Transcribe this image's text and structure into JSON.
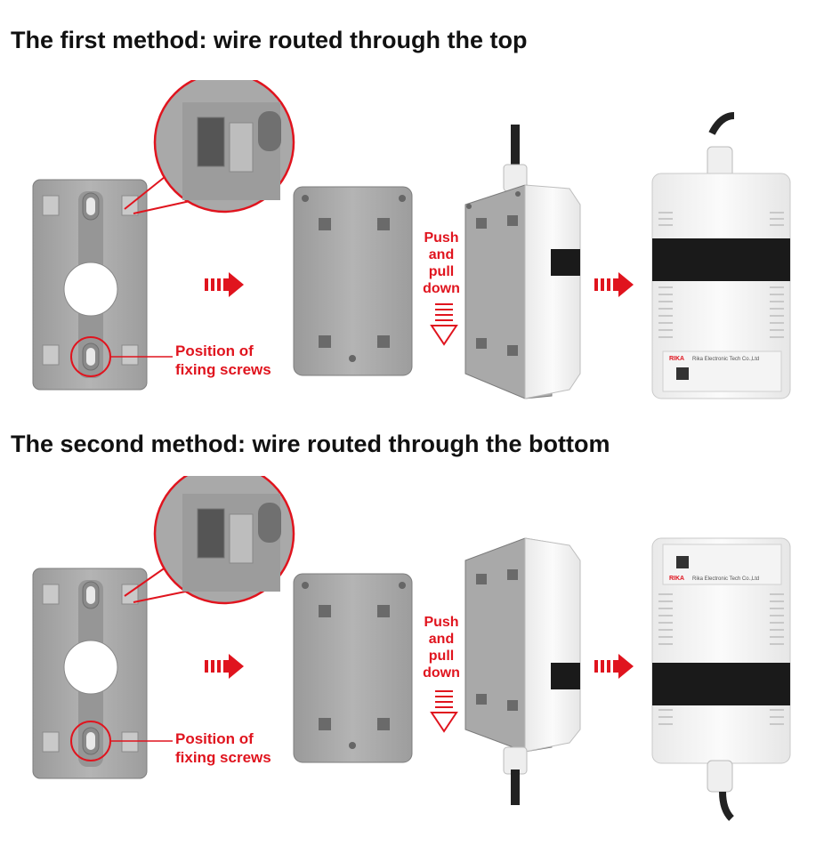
{
  "colors": {
    "accent": "#e0141e",
    "plate": "#a7a7a7",
    "plateDark": "#8e8e8e",
    "device": "#f5f5f5",
    "band": "#1a1a1a"
  },
  "sections": [
    {
      "title": "The first method: wire routed through the top",
      "callout": [
        "Position of",
        "fixing screws"
      ],
      "push": [
        "Push",
        "and",
        "pull",
        "down"
      ],
      "label_brand": "RIKA",
      "label_company": "Rika Electronic Tech Co.,Ltd"
    },
    {
      "title": "The second method: wire routed through the bottom",
      "callout": [
        "Position of",
        "fixing screws"
      ],
      "push": [
        "Push",
        "and",
        "pull",
        "down"
      ],
      "label_brand": "RIKA",
      "label_company": "Rika Electronic Tech Co.,Ltd"
    }
  ]
}
